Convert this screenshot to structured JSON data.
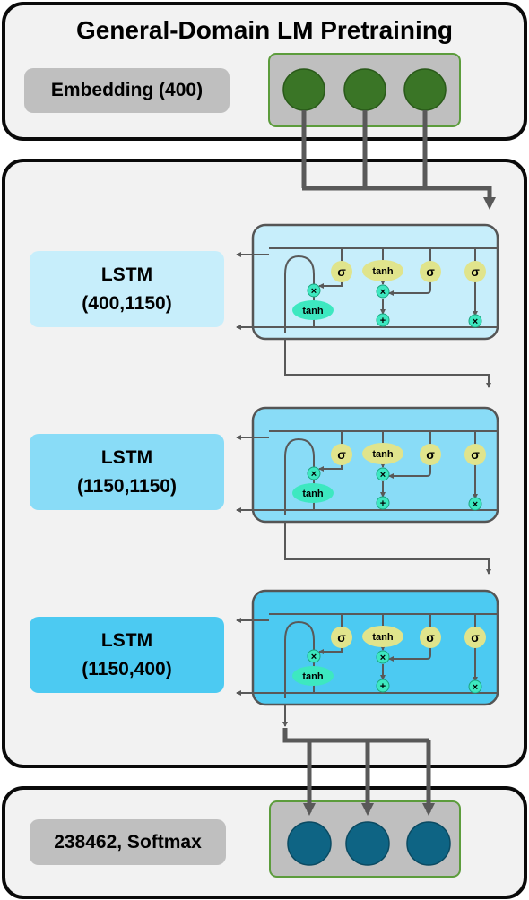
{
  "header": {
    "title": "General-Domain LM Pretraining"
  },
  "embedding": {
    "label": "Embedding (400)"
  },
  "output": {
    "label": "238462, Softmax"
  },
  "layers": [
    {
      "label_line1": "LSTM",
      "label_line2": "(400,1150)",
      "label_color": "#c7eefb",
      "cell_color": "#c7eefb"
    },
    {
      "label_line1": "LSTM",
      "label_line2": "(1150,1150)",
      "label_color": "#89dcf7",
      "cell_color": "#89dcf7"
    },
    {
      "label_line1": "LSTM",
      "label_line2": "(1150,400)",
      "label_color": "#4ccaf2",
      "cell_color": "#4ccaf2"
    }
  ],
  "cell": {
    "gate_symbol": "σ",
    "tanh_label": "tanh",
    "multiply_symbol": "×",
    "add_symbol": "+"
  },
  "colors": {
    "input_node": "#3a7526",
    "output_node": "#0e6484",
    "gate_fill": "#e0e48c",
    "op_fill": "#3de8c0",
    "wire": "#595959"
  }
}
